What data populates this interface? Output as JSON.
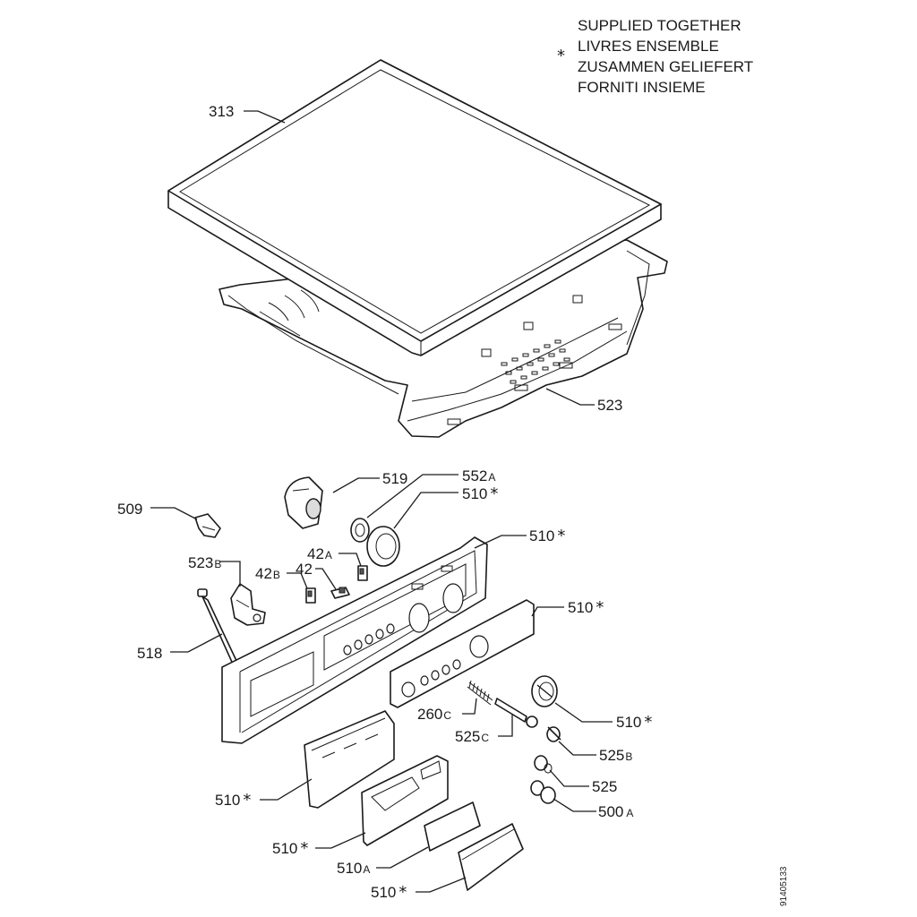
{
  "legend": {
    "symbol": "*",
    "lines": [
      "SUPPLIED TOGETHER",
      "LIVRES ENSEMBLE",
      "ZUSAMMEN GELIEFERT",
      "FORNITI INSIEME"
    ]
  },
  "document_id": "91405133",
  "labels": {
    "l313": "313",
    "l523": "523",
    "l519": "519",
    "l552": "552",
    "l552s": "A",
    "l510a": "510",
    "l509": "509",
    "l510b": "510",
    "l42a": "42",
    "l42as": "A",
    "l523b": "523",
    "l523bs": "B",
    "l42b": "42",
    "l42bs": "B",
    "l42": "42",
    "l510c": "510",
    "l518": "518",
    "l260c": "260",
    "l260cs": "C",
    "l510d": "510",
    "l525c": "525",
    "l525cs": "C",
    "l525b": "525",
    "l525bs": "B",
    "l525": "525",
    "l510e": "510",
    "l500a": "500",
    "l500as": "A",
    "l510f": "510",
    "l510g": "510",
    "l510gs": "A",
    "l510h": "510",
    "star": "*"
  }
}
